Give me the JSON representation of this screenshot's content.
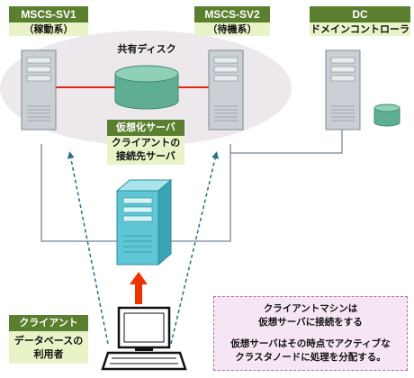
{
  "nodes": {
    "sv1": {
      "name": "MSCS-SV1",
      "role": "（稼動系）"
    },
    "sv2": {
      "name": "MSCS-SV2",
      "role": "（待機系）"
    },
    "dc": {
      "name": "DC",
      "role": "ドメインコントローラ"
    },
    "client": {
      "name": "クライアント",
      "role_line1": "データベースの",
      "role_line2": "利用者"
    }
  },
  "shared_disk_label": "共有ディスク",
  "virtual_server": {
    "title": "仮想化サーバ",
    "desc_line1": "クライアントの",
    "desc_line2": "接続先サーバ"
  },
  "note": {
    "line1": "クライアントマシンは",
    "line2": "仮想サーバに接続をする",
    "line3": "仮想サーバはその時点でアクティブな",
    "line4": "クラスタノードに処理を分配する。"
  },
  "colors": {
    "header_green": "#5a7f2e",
    "label_bg": "#e8f3c8",
    "cluster_ellipse": "#ece8ec",
    "server_gray": "#c9cfd3",
    "disk_teal": "#5fae94",
    "heartbeat_red": "#e02818",
    "arrow_red": "#ee3300",
    "dashed_teal": "#2a6f86",
    "line_gray": "#8a99a6",
    "virtual_cyan": "#5ec6d4"
  }
}
